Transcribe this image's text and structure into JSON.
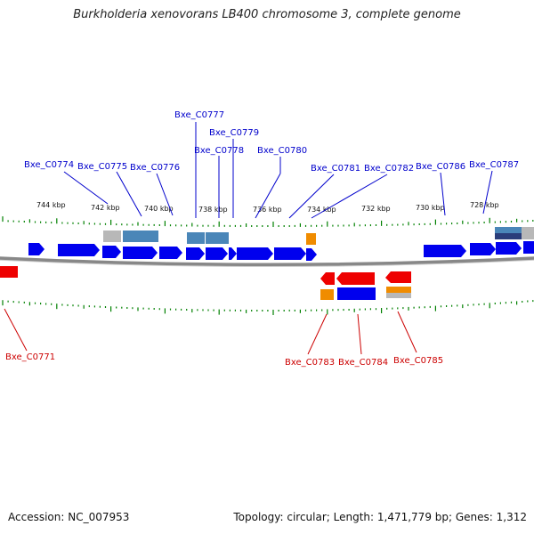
{
  "title": "Burkholderia xenovorans LB400 chromosome 3, complete genome",
  "footer": {
    "accession": "Accession: NC_007953",
    "summary": "Topology: circular; Length: 1,471,779 bp; Genes: 1,312"
  },
  "colors": {
    "forward_gene": "#0000ee",
    "reverse_gene": "#ee0000",
    "forward_label": "#0000cc",
    "reverse_label": "#cc0000",
    "tick": "#008000",
    "backbone": "#888888",
    "domain_blue": "#4a86b8",
    "domain_gray": "#b8b8b8",
    "domain_orange": "#f08c00",
    "domain_navy": "#2a3d7a"
  },
  "ruler_labels": [
    "744 kbp",
    "742 kbp",
    "740 kbp",
    "738 kbp",
    "736 kbp",
    "734 kbp",
    "732 kbp",
    "730 kbp",
    "728 kbp"
  ],
  "forward_gene_labels": [
    "Bxe_C0774",
    "Bxe_C0775",
    "Bxe_C0776",
    "Bxe_C0777",
    "Bxe_C0778",
    "Bxe_C0779",
    "Bxe_C0780",
    "Bxe_C0781",
    "Bxe_C0782",
    "Bxe_C0786",
    "Bxe_C0787"
  ],
  "reverse_gene_labels": [
    "Bxe_C0771",
    "Bxe_C0783",
    "Bxe_C0784",
    "Bxe_C0785"
  ],
  "domain_track_names": [
    "blue",
    "gray",
    "orange",
    "navy"
  ]
}
